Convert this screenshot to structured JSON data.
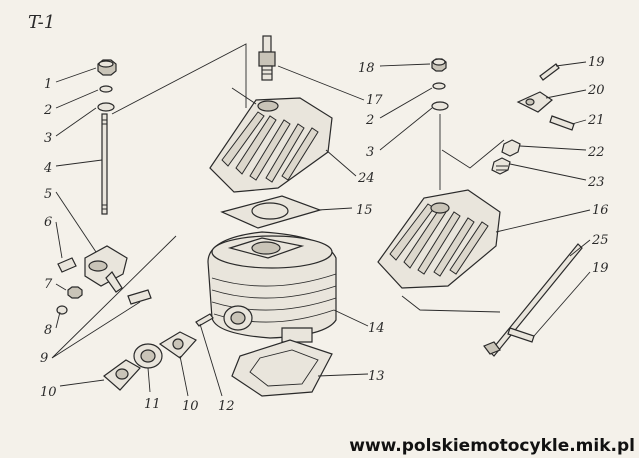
{
  "title": "T-1",
  "footer": "www.polskiemotocykle.mik.pl",
  "labels": [
    {
      "id": "l1",
      "text": "1"
    },
    {
      "id": "l2a",
      "text": "2"
    },
    {
      "id": "l3a",
      "text": "3"
    },
    {
      "id": "l4",
      "text": "4"
    },
    {
      "id": "l5",
      "text": "5"
    },
    {
      "id": "l6",
      "text": "6"
    },
    {
      "id": "l7",
      "text": "7"
    },
    {
      "id": "l8",
      "text": "8"
    },
    {
      "id": "l9",
      "text": "9"
    },
    {
      "id": "l10a",
      "text": "10"
    },
    {
      "id": "l11",
      "text": "11"
    },
    {
      "id": "l10b",
      "text": "10"
    },
    {
      "id": "l12",
      "text": "12"
    },
    {
      "id": "l13",
      "text": "13"
    },
    {
      "id": "l14",
      "text": "14"
    },
    {
      "id": "l15",
      "text": "15"
    },
    {
      "id": "l16",
      "text": "16"
    },
    {
      "id": "l17",
      "text": "17"
    },
    {
      "id": "l18",
      "text": "18"
    },
    {
      "id": "l2b",
      "text": "2"
    },
    {
      "id": "l3b",
      "text": "3"
    },
    {
      "id": "l19a",
      "text": "19"
    },
    {
      "id": "l20",
      "text": "20"
    },
    {
      "id": "l21",
      "text": "21"
    },
    {
      "id": "l22",
      "text": "22"
    },
    {
      "id": "l23",
      "text": "23"
    },
    {
      "id": "l24",
      "text": "24"
    },
    {
      "id": "l25",
      "text": "25"
    },
    {
      "id": "l19b",
      "text": "19"
    }
  ]
}
